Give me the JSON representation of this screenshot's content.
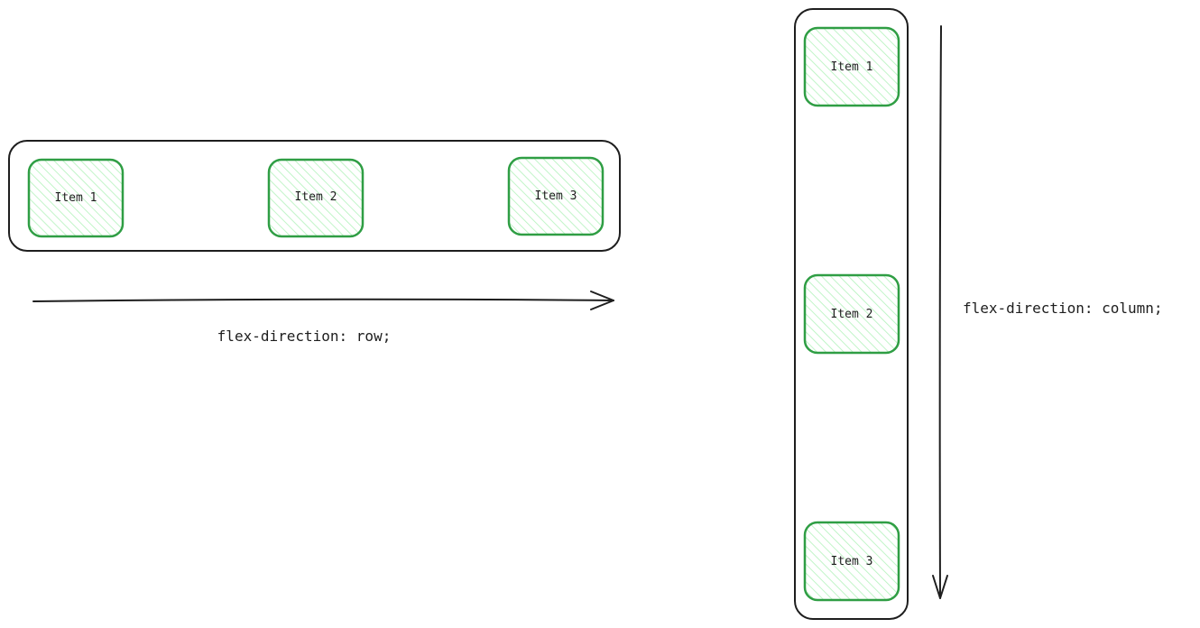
{
  "colors": {
    "container_stroke": "#1e1e1e",
    "item_stroke": "#2f9e44",
    "item_hatch": "#b2f2bb",
    "text": "#1e1e1e",
    "background": "#ffffff"
  },
  "row_example": {
    "items": [
      {
        "label": "Item 1"
      },
      {
        "label": "Item 2"
      },
      {
        "label": "Item 3"
      }
    ],
    "direction_label": "flex-direction: row;",
    "arrow_icon": "arrow-right-icon"
  },
  "column_example": {
    "items": [
      {
        "label": "Item 1"
      },
      {
        "label": "Item 2"
      },
      {
        "label": "Item 3"
      }
    ],
    "direction_label": "flex-direction: column;",
    "arrow_icon": "arrow-down-icon"
  }
}
